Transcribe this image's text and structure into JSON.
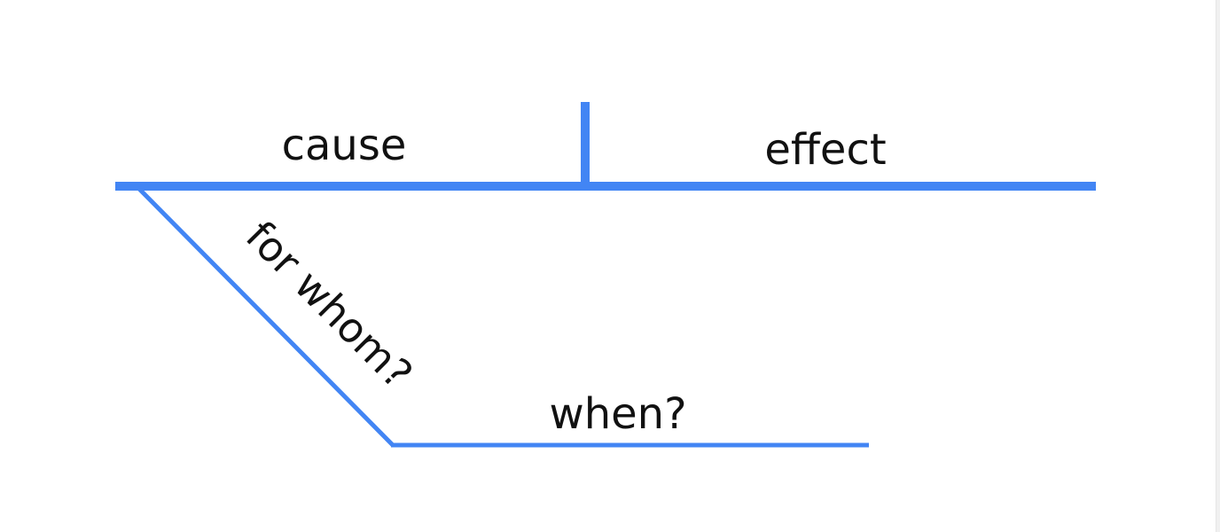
{
  "colors": {
    "line": "#4285f4",
    "text": "#111111",
    "background": "#ffffff"
  },
  "labels": {
    "cause": "cause",
    "effect": "effect",
    "for_whom": "for whom?",
    "when": "when?"
  }
}
